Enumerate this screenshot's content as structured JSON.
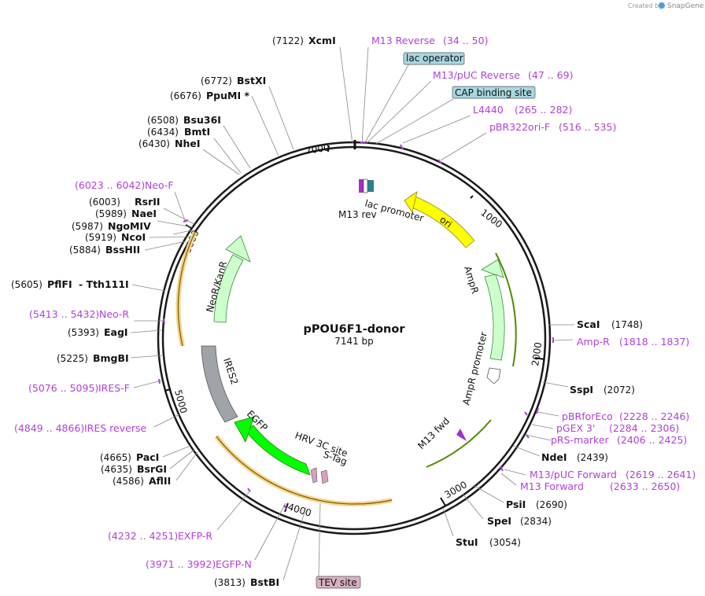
{
  "header": {
    "created_by": "Created by",
    "brand": "SnapGene"
  },
  "plasmid": {
    "name": "pPOU6F1-donor",
    "size_label": "7141 bp"
  },
  "scale_ticks": [
    "1000",
    "2000",
    "3000",
    "4000",
    "5000",
    "6000",
    "7000"
  ],
  "enzyme_sites": [
    {
      "name": "XcmI",
      "pos": "(7122)"
    },
    {
      "name": "BstXI",
      "pos": "(6772)"
    },
    {
      "name": "PpuMI *",
      "pos": "(6676)"
    },
    {
      "name": "Bsu36I",
      "pos": "(6508)"
    },
    {
      "name": "BmtI",
      "pos": "(6434)"
    },
    {
      "name": "NheI",
      "pos": "(6430)"
    },
    {
      "name": "RsrII",
      "pos": "(6003)"
    },
    {
      "name": "NaeI",
      "pos": "(5989)"
    },
    {
      "name": "NgoMIV",
      "pos": "(5987)"
    },
    {
      "name": "NcoI",
      "pos": "(5919)"
    },
    {
      "name": "BssHII",
      "pos": "(5884)"
    },
    {
      "name": "PflFI",
      "name2": "- Tth111I",
      "pos": "(5605)"
    },
    {
      "name": "EagI",
      "pos": "(5393)"
    },
    {
      "name": "BmgBI",
      "pos": "(5225)"
    },
    {
      "name": "PacI",
      "pos": "(4665)"
    },
    {
      "name": "BsrGI",
      "pos": "(4635)"
    },
    {
      "name": "AflII",
      "pos": "(4586)"
    },
    {
      "name": "BstBI",
      "pos": "(3813)"
    },
    {
      "name": "StuI",
      "pos": "(3054)"
    },
    {
      "name": "SpeI",
      "pos": "(2834)"
    },
    {
      "name": "PsiI",
      "pos": "(2690)"
    },
    {
      "name": "NdeI",
      "pos": "(2439)"
    },
    {
      "name": "SspI",
      "pos": "(2072)"
    },
    {
      "name": "ScaI",
      "pos": "(1748)"
    }
  ],
  "primer_sites": [
    {
      "name": "M13 Reverse",
      "range": "(34 .. 50)"
    },
    {
      "name": "M13/pUC Reverse",
      "range": "(47 .. 69)"
    },
    {
      "name": "L4440",
      "range": "(265 .. 282)"
    },
    {
      "name": "pBR322ori-F",
      "range": "(516 .. 535)"
    },
    {
      "name": "Amp-R",
      "range": "(1818 .. 1837)"
    },
    {
      "name": "pBRforEco",
      "range": "(2228 .. 2246)"
    },
    {
      "name": "pGEX 3'",
      "range": "(2284 .. 2306)"
    },
    {
      "name": "pRS-marker",
      "range": "(2406 .. 2425)"
    },
    {
      "name": "M13/pUC Forward",
      "range": "(2619 .. 2641)"
    },
    {
      "name": "M13 Forward",
      "range": "(2633 .. 2650)"
    },
    {
      "name": "Neo-F",
      "range": "(6023 .. 6042)"
    },
    {
      "name": "Neo-R",
      "range": "(5413 .. 5432)"
    },
    {
      "name": "IRES-F",
      "range": "(5076 .. 5095)"
    },
    {
      "name": "IRES reverse",
      "range": "(4849 .. 4866)"
    },
    {
      "name": "EXFP-R",
      "range": "(4232 .. 4251)"
    },
    {
      "name": "EGFP-N",
      "range": "(3971 .. 3992)"
    }
  ],
  "boxed_features": {
    "lac_operator": "lac operator",
    "cap_site": "CAP binding site",
    "tev_site": "TEV site"
  },
  "features": {
    "ori": "ori",
    "ampr": "AmpR",
    "ampr_promoter": "AmpR promoter",
    "lac_promoter": "lac promoter",
    "m13_rev": "M13 rev",
    "m13_fwd": "M13 fwd",
    "neo": "NeoR/KanR",
    "ires": "IRES2",
    "egfp": "EGFP",
    "hrv": "HRV 3C site",
    "stag": "S-Tag"
  },
  "colors": {
    "backbone": "#1a1a1a",
    "primer": "#b03fd8",
    "ori": "#ffff00",
    "ampr": "#ccffcc",
    "egfp": "#00ff00",
    "ires": "#a0a4a8",
    "orf_highlight": "#f5d38a",
    "orf_line": "#7a5a00",
    "m13_line": "#4f8a00",
    "feature_box": "#a8d7e0",
    "tev_box": "#d7b0c4"
  }
}
